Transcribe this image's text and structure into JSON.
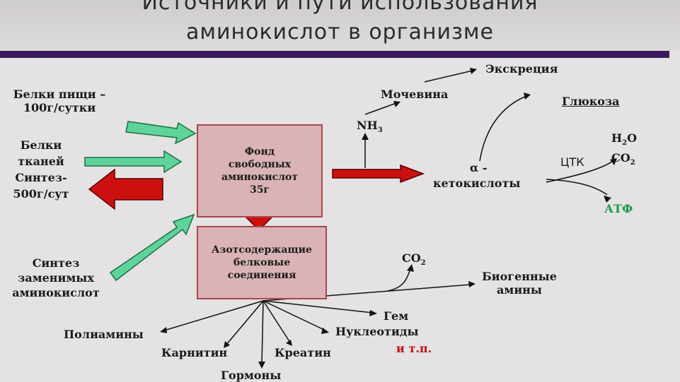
{
  "title": {
    "line1": "Источники и пути использования",
    "line2": "аминокислот в организме"
  },
  "sources": {
    "food_protein": "Белки пищи –",
    "food_amount": "100г/сутки",
    "tissue_line1": "Белки",
    "tissue_line2": "тканей",
    "tissue_line3": "Синтез-",
    "tissue_line4": "500г/сут",
    "synth_line1": "Синтез",
    "synth_line2": "заменимых",
    "synth_line3": "аминокислот"
  },
  "pool": {
    "line1": "Фонд",
    "line2": "свободных",
    "line3": "аминокислот",
    "line4": "35г"
  },
  "nitrogen_box": {
    "line1": "Азотсодержащие",
    "line2": "белковые",
    "line3": "соединения"
  },
  "products": {
    "excretion": "Экскреция",
    "urea": "Мочевина",
    "nh3": "NH",
    "nh3_sub": "3",
    "glucose": "Глюкоза",
    "h2o": "H",
    "h2o_sub": "2",
    "h2o_o": "O",
    "co2_right": "CO",
    "co2_right_sub": "2",
    "tca": "ЦТК",
    "atp": "АТФ",
    "alpha": "α -",
    "ketoacids": "кетокислоты",
    "co2_mid": "CO",
    "co2_mid_sub": "2",
    "biogenic1": "Биогенные",
    "biogenic2": "амины",
    "heme": "Гем",
    "nucleotides": "Нуклеотиды",
    "etc": "и т.п.",
    "polyamines": "Полиамины",
    "carnitine": "Карнитин",
    "creatine": "Креатин",
    "hormones": "Гормоны"
  },
  "colors": {
    "title_bar": "#3b1a5e",
    "green_arrow": "#5ed49a",
    "red_arrow": "#cc1010",
    "box_fill": "#d9b3b6",
    "box_border": "#a8474d",
    "atp": "#1f9a4a",
    "etc": "#c41010"
  }
}
